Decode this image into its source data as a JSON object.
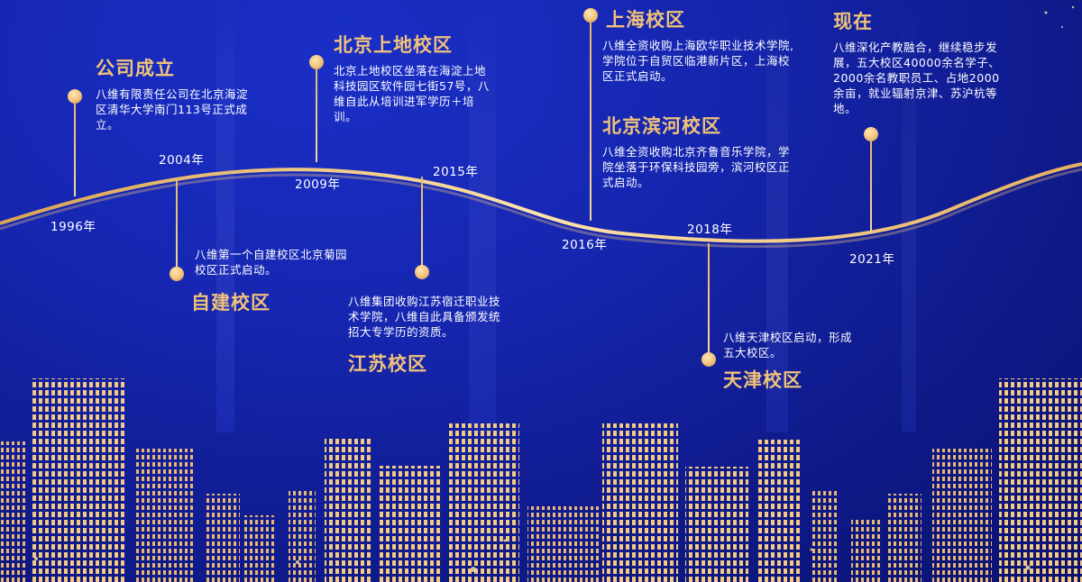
{
  "colors": {
    "accent": "#f1c27a",
    "background": "#1626b0",
    "text": "#ffffff"
  },
  "years": [
    "1996年",
    "2004年",
    "2009年",
    "2015年",
    "2016年",
    "2018年",
    "2021年"
  ],
  "milestones": [
    {
      "title": "公司成立",
      "desc": "八维有限责任公司在北京海淀区清华大学南门113号正式成立。"
    },
    {
      "title": "自建校区",
      "desc": "八维第一个自建校区北京菊园校区正式启动。"
    },
    {
      "title": "北京上地校区",
      "desc": "北京上地校区坐落在海淀上地科技园区软件园七街57号，八维自此从培训进军学历＋培训。"
    },
    {
      "title": "江苏校区",
      "desc": "八维集团收购江苏宿迁职业技术学院，八维自此具备颁发统招大专学历的资质。"
    },
    {
      "title": "上海校区",
      "desc": "八维全资收购上海欧华职业技术学院,学院位于自贸区临港新片区，上海校区正式启动。"
    },
    {
      "title": "北京滨河校区",
      "desc": "八维全资收购北京齐鲁音乐学院，学院坐落于环保科技园旁，滨河校区正式启动。"
    },
    {
      "title": "天津校区",
      "desc": "八维天津校区启动，形成五大校区。"
    },
    {
      "title": "现在",
      "desc": "八维深化产教融合，继续稳步发展，五大校区40000余名学子、2000余名教职员工、占地2000余亩，就业辐射京津、苏沪杭等地。"
    }
  ]
}
